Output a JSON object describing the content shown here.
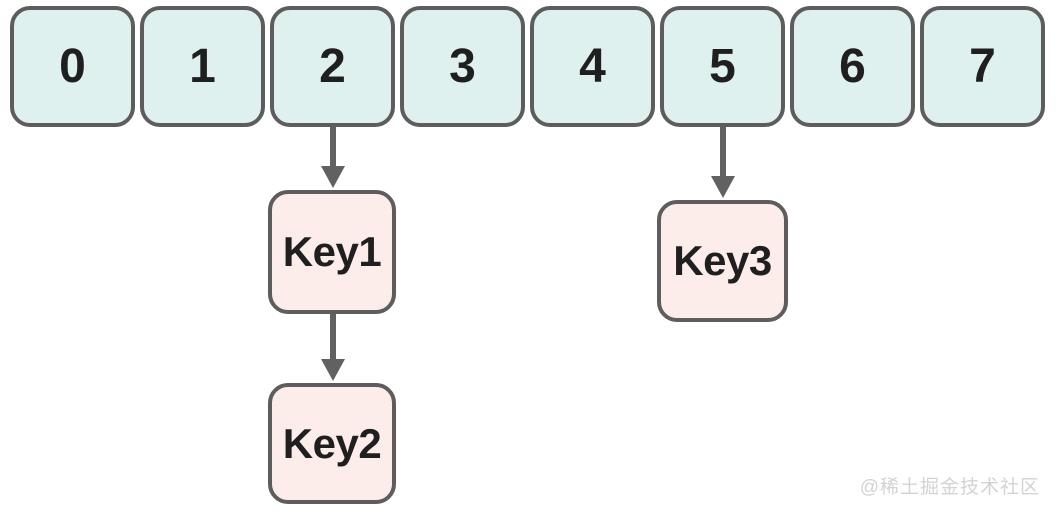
{
  "diagram": {
    "buckets": [
      "0",
      "1",
      "2",
      "3",
      "4",
      "5",
      "6",
      "7"
    ],
    "chains": [
      {
        "bucket_index": 2,
        "keys": [
          "Key1",
          "Key2"
        ]
      },
      {
        "bucket_index": 5,
        "keys": [
          "Key3"
        ]
      }
    ],
    "colors": {
      "bucket-fill": "#dff1ee",
      "key-fill": "#fcedeb",
      "node-border": "#5d5d5d",
      "arrow": "#616161",
      "text": "#1f1f1f",
      "watermark": "#d3d3d3"
    },
    "watermark": "@稀土掘金技术社区"
  }
}
